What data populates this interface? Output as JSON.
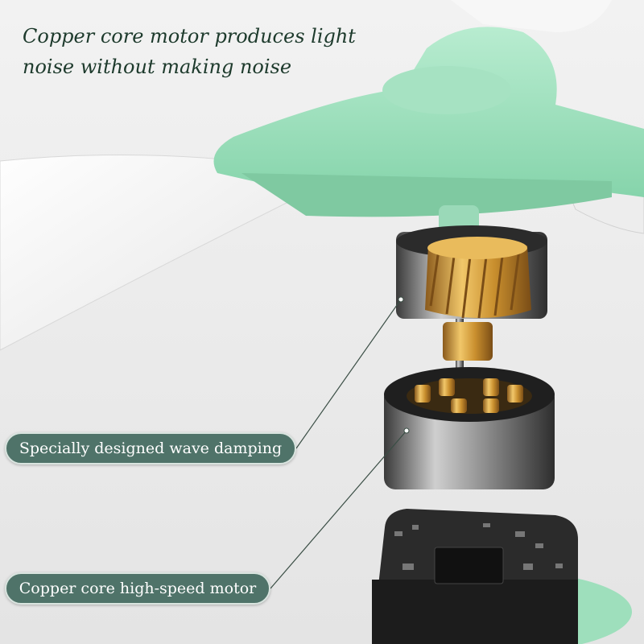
{
  "headline": {
    "line1": "Copper core motor produces light",
    "line2": "noise without making noise"
  },
  "callouts": [
    {
      "label": "Specially designed wave damping"
    },
    {
      "label": "Copper core high-speed motor"
    }
  ],
  "colors": {
    "background": "#ececec",
    "fan_green": "#9fe0bd",
    "callout_fill": "#4f7369",
    "copper": "#d9a441",
    "headline_text": "#1d3a2c"
  }
}
